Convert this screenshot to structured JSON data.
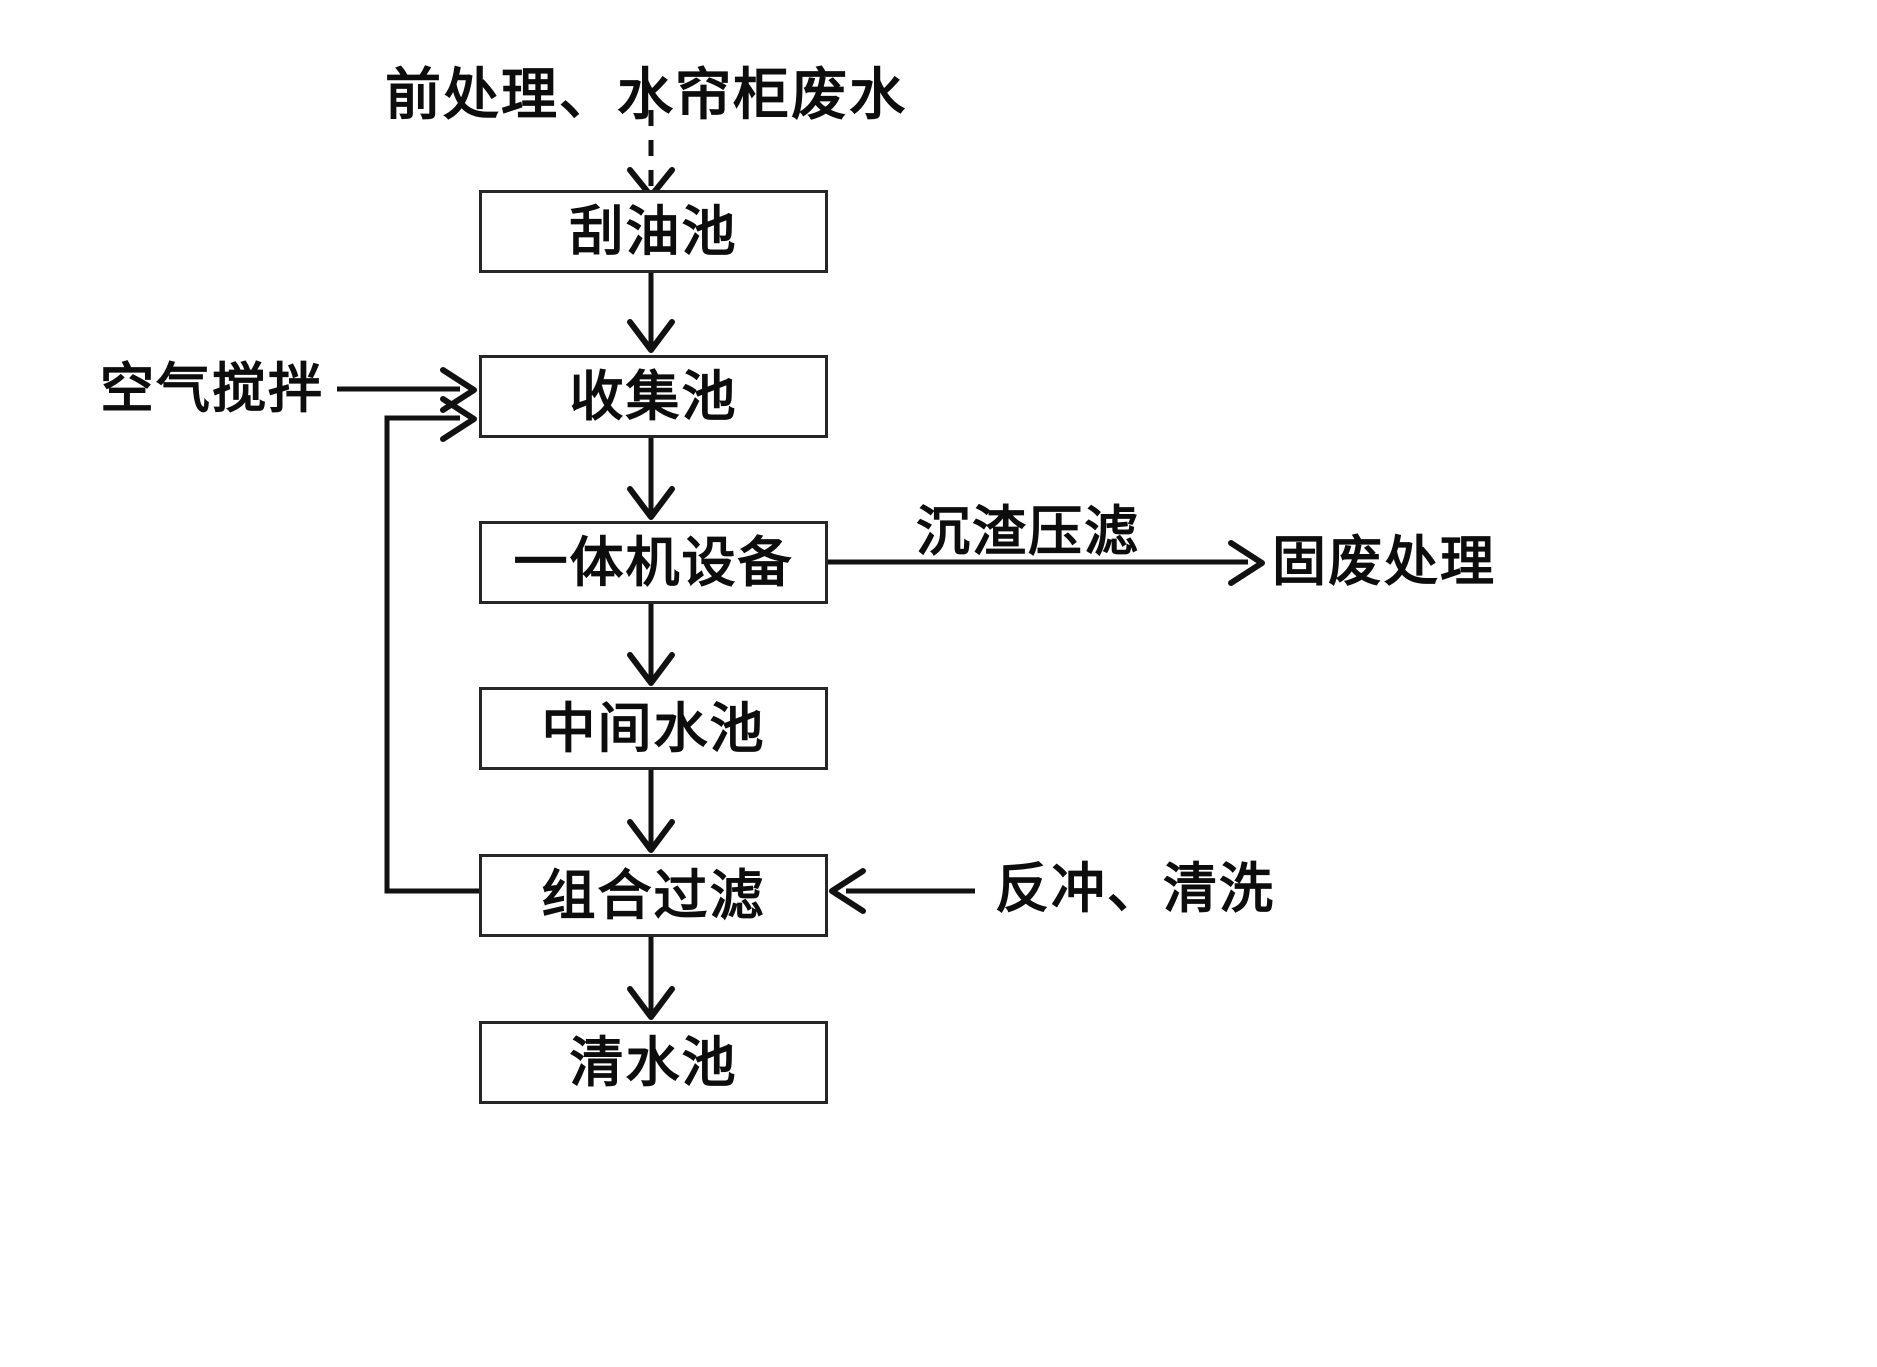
{
  "diagram": {
    "title": "前处理、水帘柜废水",
    "type": "process-flowchart",
    "stroke_color": "#262626",
    "text_color": "#0d0d0d",
    "background_color": "#ffffff",
    "nodes": [
      {
        "id": "scrape",
        "label": "刮油池"
      },
      {
        "id": "collect",
        "label": "收集池"
      },
      {
        "id": "integrated",
        "label": "一体机设备"
      },
      {
        "id": "middle",
        "label": "中间水池"
      },
      {
        "id": "filter",
        "label": "组合过滤"
      },
      {
        "id": "clear",
        "label": "清水池"
      }
    ],
    "side_labels": [
      {
        "id": "air-stir",
        "label": "空气搅拌"
      },
      {
        "id": "sludge-press",
        "label": "沉渣压滤"
      },
      {
        "id": "solid-waste",
        "label": "固废处理"
      },
      {
        "id": "backwash",
        "label": "反冲、清洗"
      }
    ],
    "edges": [
      {
        "from": "inlet",
        "to": "scrape",
        "style": "dashed"
      },
      {
        "from": "scrape",
        "to": "collect",
        "style": "solid"
      },
      {
        "from": "collect",
        "to": "integrated",
        "style": "solid"
      },
      {
        "from": "integrated",
        "to": "middle",
        "style": "solid"
      },
      {
        "from": "middle",
        "to": "filter",
        "style": "solid"
      },
      {
        "from": "filter",
        "to": "clear",
        "style": "solid"
      },
      {
        "from": "air-stir",
        "to": "collect",
        "style": "solid"
      },
      {
        "from": "integrated",
        "to": "solid-waste",
        "style": "solid",
        "label": "沉渣压滤"
      },
      {
        "from": "backwash",
        "to": "filter",
        "style": "solid"
      },
      {
        "from": "filter",
        "to": "collect",
        "style": "solid",
        "kind": "recycle-loop"
      }
    ]
  }
}
